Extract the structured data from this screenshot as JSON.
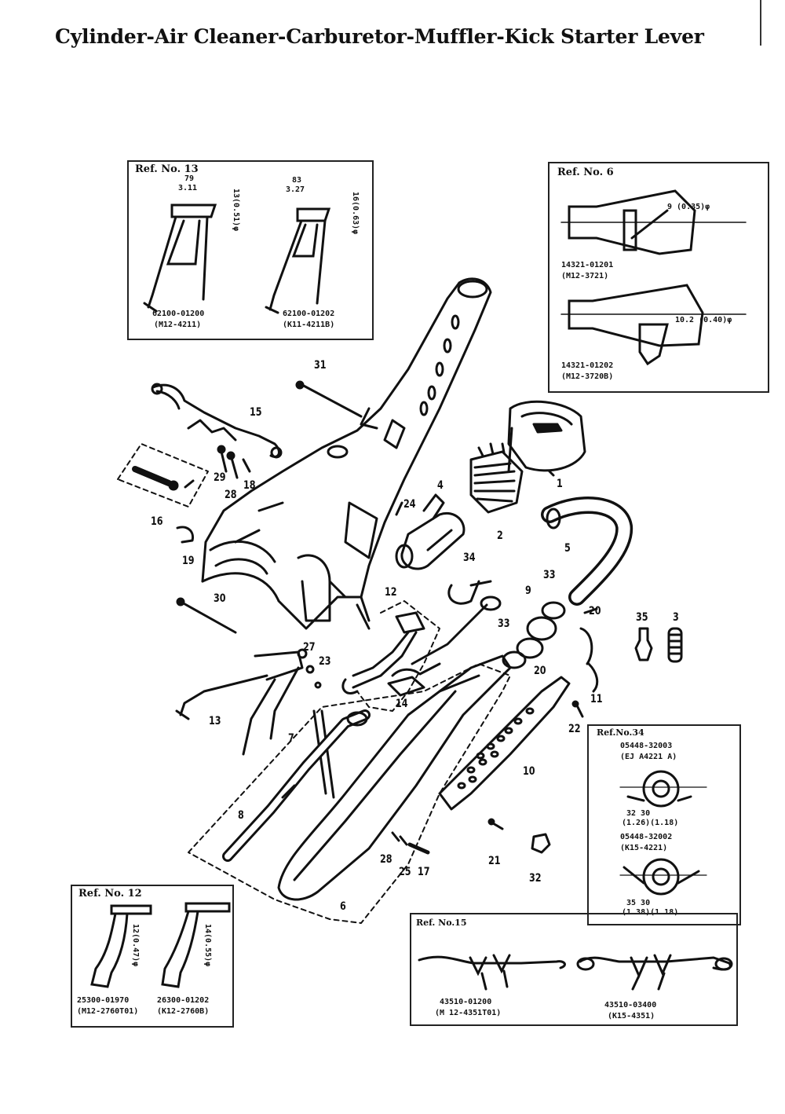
{
  "title": "Cylinder-Air Cleaner-Carburetor-Muffler-Kick Starter Lever",
  "ref_boxes": {
    "ref13": {
      "title": "Ref. No. 13",
      "left": {
        "dim_top": "79",
        "dim_top2": "3.11",
        "dim_side": "13(0.51)φ",
        "part_no": "62100-01200",
        "model": "(M12-4211)"
      },
      "right": {
        "dim_top": "83",
        "dim_top2": "3.27",
        "dim_side": "16(0.63)φ",
        "part_no": "62100-01202",
        "model": "(K11-4211B)"
      }
    },
    "ref6": {
      "title": "Ref. No. 6",
      "top": {
        "dim": "9 (0.35)φ",
        "part_no": "14321-01201",
        "model": "(M12-3721)"
      },
      "bottom": {
        "dim": "10.2 (0.40)φ",
        "part_no": "14321-01202",
        "model": "(M12-3720B)"
      }
    },
    "ref34": {
      "title": "Ref.No.34",
      "top": {
        "part_no": "05448-32003",
        "model": "(EJ A4221 A)",
        "dim": "32    30",
        "dim2": "(1.26)(1.18)"
      },
      "bottom": {
        "part_no": "05448-32002",
        "model": "(K15-4221)",
        "dim": "35    30",
        "dim2": "(1.38)(1.18)"
      }
    },
    "ref12": {
      "title": "Ref. No. 12",
      "left": {
        "dim": "12(0.47)φ",
        "part_no": "25300-01970",
        "model": "(M12-2760T01)"
      },
      "right": {
        "dim": "14(0.55)φ",
        "part_no": "26300-01202",
        "model": "(K12-2760B)"
      }
    },
    "ref15": {
      "title": "Ref. No.15",
      "left": {
        "part_no": "43510-01200",
        "model": "(M  12-4351T01)"
      },
      "right": {
        "part_no": "43510-03400",
        "model": "(K15-4351)"
      }
    }
  },
  "callouts": [
    {
      "id": "31",
      "label": "31"
    },
    {
      "id": "15",
      "label": "15"
    },
    {
      "id": "29",
      "label": "29"
    },
    {
      "id": "28a",
      "label": "28"
    },
    {
      "id": "18a",
      "label": "18"
    },
    {
      "id": "16",
      "label": "16"
    },
    {
      "id": "19a",
      "label": "19"
    },
    {
      "id": "24",
      "label": "24"
    },
    {
      "id": "4",
      "label": "4"
    },
    {
      "id": "1",
      "label": "1"
    },
    {
      "id": "2",
      "label": "2"
    },
    {
      "id": "5",
      "label": "5"
    },
    {
      "id": "34",
      "label": "34"
    },
    {
      "id": "12",
      "label": "12"
    },
    {
      "id": "30",
      "label": "30"
    },
    {
      "id": "9a",
      "label": "9"
    },
    {
      "id": "33a",
      "label": "33"
    },
    {
      "id": "20a",
      "label": "20"
    },
    {
      "id": "35",
      "label": "35"
    },
    {
      "id": "3",
      "label": "3"
    },
    {
      "id": "33b",
      "label": "33"
    },
    {
      "id": "20b",
      "label": "20"
    },
    {
      "id": "27",
      "label": "27"
    },
    {
      "id": "23",
      "label": "23"
    },
    {
      "id": "14",
      "label": "14"
    },
    {
      "id": "11",
      "label": "11"
    },
    {
      "id": "13",
      "label": "13"
    },
    {
      "id": "22",
      "label": "22"
    },
    {
      "id": "7",
      "label": "7"
    },
    {
      "id": "10",
      "label": "10"
    },
    {
      "id": "8",
      "label": "8"
    },
    {
      "id": "21",
      "label": "21"
    },
    {
      "id": "28b",
      "label": "28"
    },
    {
      "id": "25",
      "label": "25"
    },
    {
      "id": "17",
      "label": "17"
    },
    {
      "id": "32",
      "label": "32"
    },
    {
      "id": "6",
      "label": "6"
    }
  ]
}
